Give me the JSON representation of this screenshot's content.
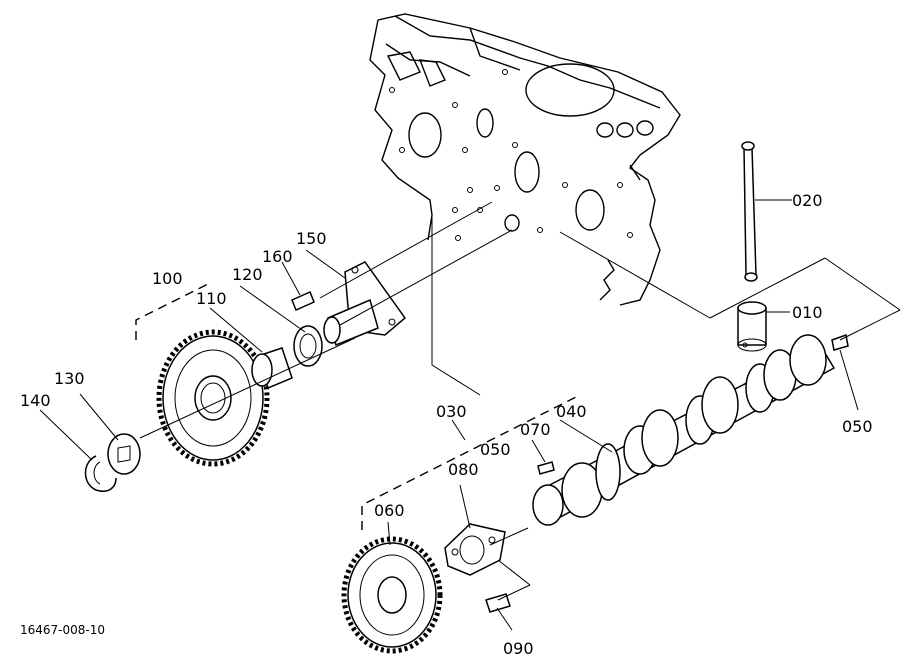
{
  "drawing_number": "16467-008-10",
  "callouts": {
    "c010": "010",
    "c020": "020",
    "c030": "030",
    "c040": "040",
    "c050a": "050",
    "c050b": "050",
    "c060": "060",
    "c070": "070",
    "c080": "080",
    "c090": "090",
    "c100": "100",
    "c110": "110",
    "c120": "120",
    "c130": "130",
    "c140": "140",
    "c150": "150",
    "c160": "160"
  }
}
